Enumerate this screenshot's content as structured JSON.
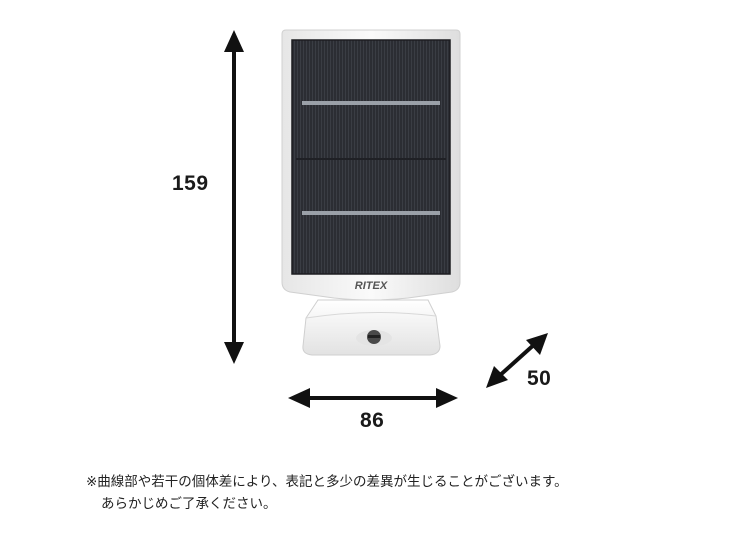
{
  "dimensions": {
    "height": "159",
    "width": "86",
    "depth": "50"
  },
  "product": {
    "brand": "RITEX"
  },
  "colors": {
    "arrow": "#111111",
    "panel": "#2b2d33",
    "frame": "#f2f2f2",
    "base": "#f5f5f5"
  },
  "note": {
    "line1": "※曲線部や若干の個体差により、表記と多少の差異が生じることがございます。",
    "line2": "あらかじめご了承ください。"
  }
}
